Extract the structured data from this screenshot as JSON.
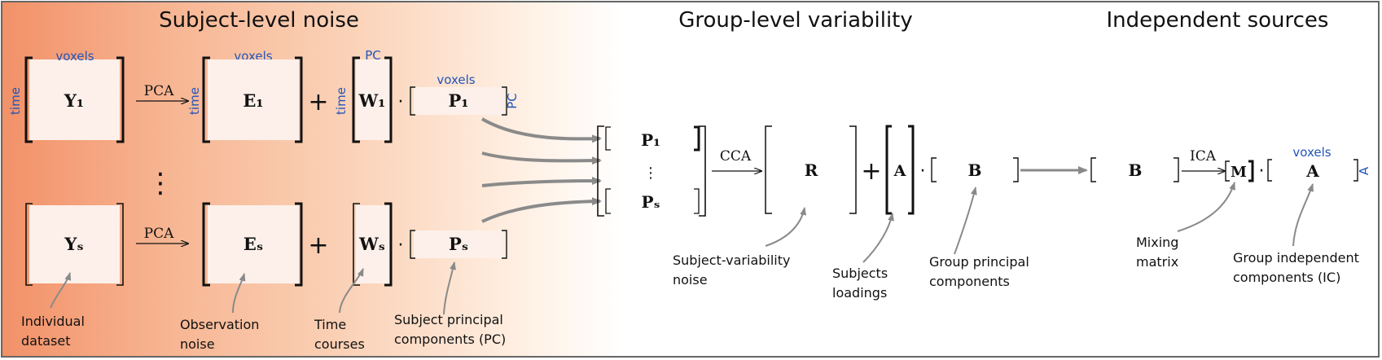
{
  "colors": {
    "accent_blue": "#2354b8",
    "arrow_gray": "#8a8a8a",
    "subject_gradient_start": "#f29168",
    "matrix_fill": "#fdf0ea",
    "text": "#111111"
  },
  "headings": {
    "subject": "Subject-level noise",
    "group": "Group-level variability",
    "independent": "Independent sources"
  },
  "dims": {
    "voxels": "voxels",
    "time": "time",
    "pc": "PC"
  },
  "matrices": {
    "y1": "Y₁",
    "ys": "Yₛ",
    "e1": "E₁",
    "es": "Eₛ",
    "w1": "W₁",
    "ws": "Wₛ",
    "p1": "P₁",
    "ps": "Pₛ",
    "r": "R",
    "a": "A",
    "b": "B",
    "m": "M",
    "ic": "A"
  },
  "ops": {
    "pca": "PCA",
    "cca": "CCA",
    "ica": "ICA",
    "plus": "+",
    "dot": "·",
    "vdots": "⋮"
  },
  "annotations": {
    "individual_dataset": [
      "Individual",
      "dataset"
    ],
    "observation_noise": [
      "Observation",
      "noise"
    ],
    "time_courses": [
      "Time",
      "courses"
    ],
    "subject_pc": [
      "Subject principal",
      "components (PC)"
    ],
    "subject_variability": [
      "Subject-variability",
      "noise"
    ],
    "subjects_loadings": [
      "Subjects",
      "loadings"
    ],
    "group_pc": [
      "Group principal",
      "components"
    ],
    "mixing_matrix": [
      "Mixing",
      "matrix"
    ],
    "group_ic": [
      "Group independent",
      "components (IC)"
    ]
  }
}
